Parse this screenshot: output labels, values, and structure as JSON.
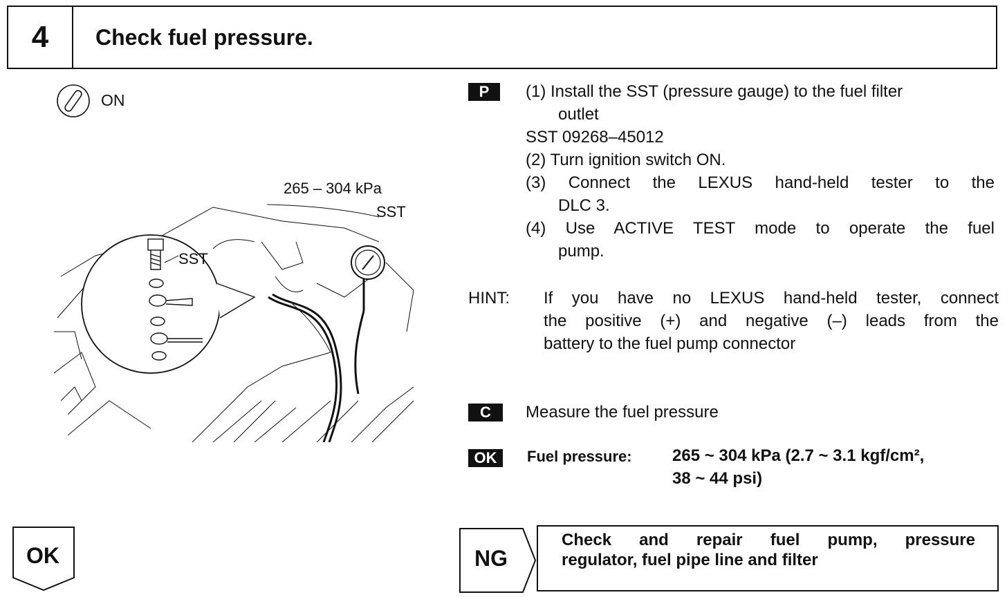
{
  "header": {
    "step_number": "4",
    "title": "Check fuel pressure."
  },
  "ignition": {
    "label": "ON"
  },
  "figure": {
    "pressure_label": "265 – 304 kPa",
    "sst_label_top": "SST",
    "sst_label_inset": "SST"
  },
  "procedure": {
    "badge": "P",
    "step1": "(1) Install the SST (pressure gauge) to the fuel filter",
    "step1_cont": "outlet",
    "sst_number": "SST 09268–45012",
    "step2": "(2) Turn ignition switch ON.",
    "step3": "(3) Connect the LEXUS hand-held tester to the",
    "step3_cont": "DLC 3.",
    "step4": "(4) Use ACTIVE TEST mode to operate the fuel",
    "step4_cont": "pump."
  },
  "hint": {
    "label": "HINT:",
    "line1": "If you have no LEXUS hand-held tester, connect",
    "line2": "the positive (+) and negative (–) leads from the",
    "line3": "battery to the fuel pump connector"
  },
  "check": {
    "badge": "C",
    "text": "Measure the fuel pressure"
  },
  "spec": {
    "badge": "OK",
    "label": "Fuel pressure:",
    "value_line1": "265 ~ 304 kPa (2.7 ~ 3.1 kgf/cm², ",
    "value_line2": "38 ~ 44 psi)"
  },
  "result_ok": {
    "label": "OK"
  },
  "result_ng": {
    "label": "NG",
    "action_line1": "Check and repair fuel pump, pressure",
    "action_line2": "regulator, fuel pipe line and filter"
  }
}
